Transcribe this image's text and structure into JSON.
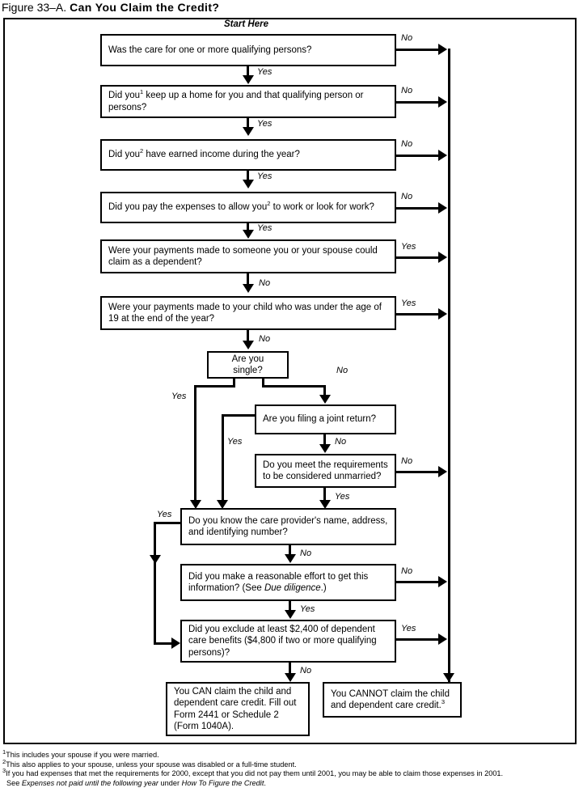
{
  "figure": {
    "label": "Figure 33–A.",
    "title": "Can You Claim the Credit?",
    "start_label": "Start Here"
  },
  "nodes": {
    "q1": "Was the care for one or more qualifying persons?",
    "q2a": "Did you",
    "q2b": " keep up a home for you and that qualifying person or persons?",
    "q3a": "Did you",
    "q3b": " have earned income during the year?",
    "q4a": "Did you pay the expenses to allow you",
    "q4b": " to work or look for work?",
    "q5": "Were your payments made to someone you or your spouse could claim as a dependent?",
    "q6": "Were your payments made to your child who was under the age of 19 at the end of the year?",
    "q7": "Are you single?",
    "q8": "Are you filing a joint return?",
    "q9": "Do you meet the requirements to be considered unmarried?",
    "q10": "Do you know the care provider's name, address, and identifying number?",
    "q11a": "Did you make a reasonable effort to get this information? (See ",
    "q11b": "Due diligence",
    "q11c": ".)",
    "q12": "Did you exclude at least $2,400 of dependent care benefits ($4,800 if two or more qualifying persons)?",
    "result_can": "You CAN claim the child and dependent care credit. Fill out Form 2441 or Schedule 2 (Form 1040A).",
    "result_cannot_a": "You CANNOT claim the child and dependent care credit.",
    "result_cannot_sup": "3"
  },
  "superscripts": {
    "one": "1",
    "two": "2",
    "three": "3"
  },
  "edges": {
    "yes": "Yes",
    "no": "No"
  },
  "labels": {
    "e1_no": "No",
    "e1_yes": "Yes",
    "e2_no": "No",
    "e2_yes": "Yes",
    "e3_no": "No",
    "e3_yes": "Yes",
    "e4_no": "No",
    "e4_yes": "Yes",
    "e5_yes": "Yes",
    "e5_no": "No",
    "e6_yes": "Yes",
    "e6_no": "No",
    "e7_yes": "Yes",
    "e7_no": "No",
    "e8_yes": "Yes",
    "e8_no": "No",
    "e9_no": "No",
    "e9_yes": "Yes",
    "e10_yes": "Yes",
    "e10_no": "No",
    "e11_no": "No",
    "e11_yes": "Yes",
    "e12_yes": "Yes",
    "e12_no": "No"
  },
  "footnotes": [
    {
      "marker": "1",
      "text": "This includes your spouse if you were married."
    },
    {
      "marker": "2",
      "text": "This also applies to your spouse, unless your spouse was disabled or a full-time student."
    },
    {
      "marker": "3",
      "text": "If you had expenses that met the requirements for 2000, except that you did not pay them until 2001, you may be able to claim those expenses in 2001.",
      "line2_pre": "See ",
      "line2_ital1": "Expenses not paid until the following year",
      "line2_mid": " under ",
      "line2_ital2": "How To Figure the Credit",
      "line2_post": "."
    }
  ],
  "colors": {
    "ink": "#000000",
    "paper": "#ffffff"
  }
}
